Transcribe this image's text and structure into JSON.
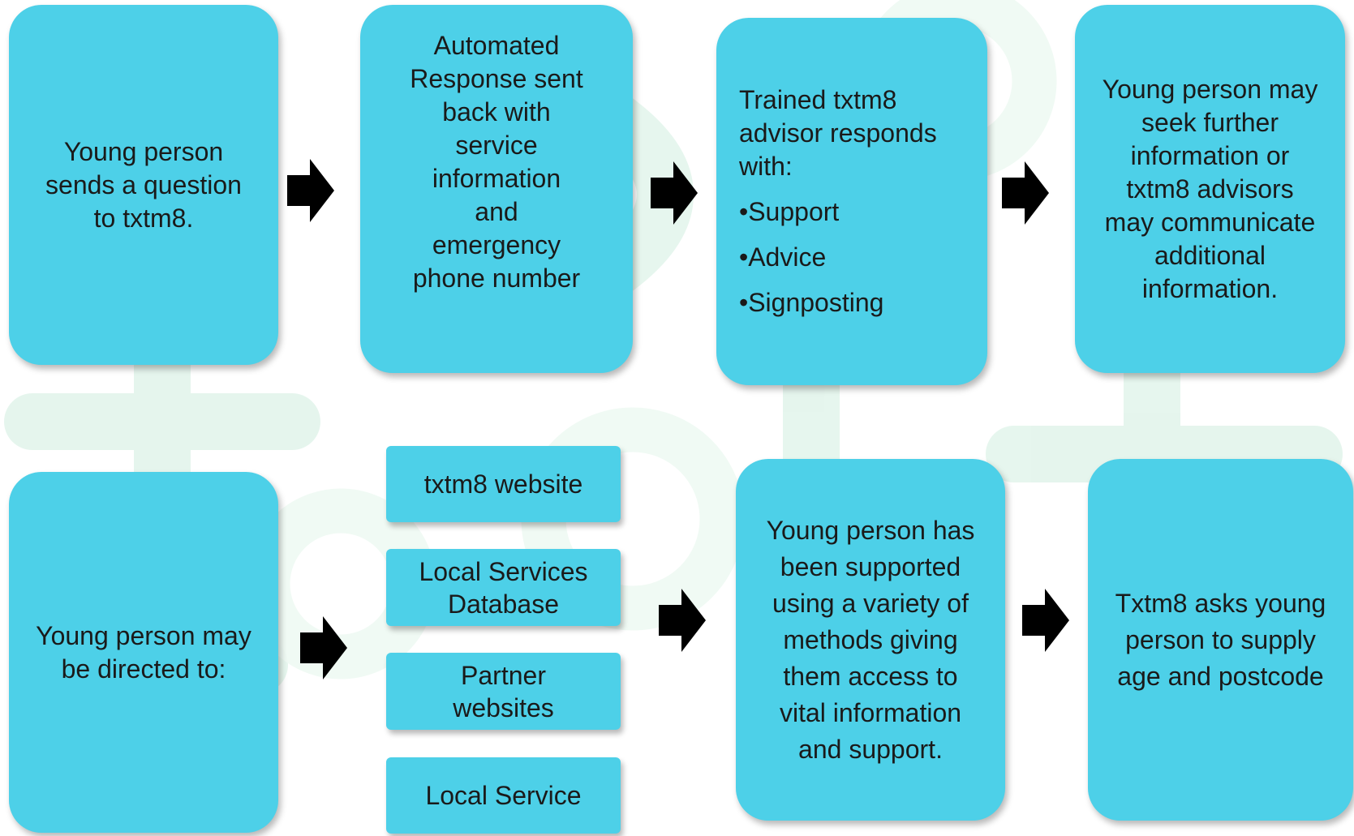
{
  "colors": {
    "box_fill": "#4dd0e8",
    "arrow": "#000000",
    "watermark": "#e9f7ee"
  },
  "row1": {
    "box1": {
      "text": "Young person sends a question to txtm8."
    },
    "box2": {
      "lines": [
        "Automated",
        "Response sent",
        "back with",
        "service",
        "information",
        "and",
        "emergency",
        "phone number"
      ]
    },
    "box3": {
      "intro_lines": [
        "Trained txtm8",
        "advisor responds",
        "with:"
      ],
      "bullets": [
        "•Support",
        "•Advice",
        "•Signposting"
      ]
    },
    "box4": {
      "lines": [
        "Young person may",
        "seek further",
        "information or",
        "txtm8 advisors",
        "may communicate",
        "additional",
        "information."
      ]
    }
  },
  "row2": {
    "box1": {
      "lines": [
        "Young person may",
        "be directed to:"
      ]
    },
    "options": [
      "txtm8 website",
      "Local Services Database",
      "Partner websites",
      "Local Service"
    ],
    "box3": {
      "lines": [
        "Young person has",
        "been supported",
        "using a variety of",
        "methods giving",
        "them access to",
        "vital information",
        "and support."
      ]
    },
    "box4": {
      "lines": [
        "Txtm8 asks young",
        "person to supply",
        "age and postcode"
      ]
    }
  },
  "arrows": [
    "right-arrow-icon",
    "right-arrow-icon",
    "right-arrow-icon",
    "right-arrow-icon",
    "right-arrow-icon",
    "right-arrow-icon"
  ]
}
